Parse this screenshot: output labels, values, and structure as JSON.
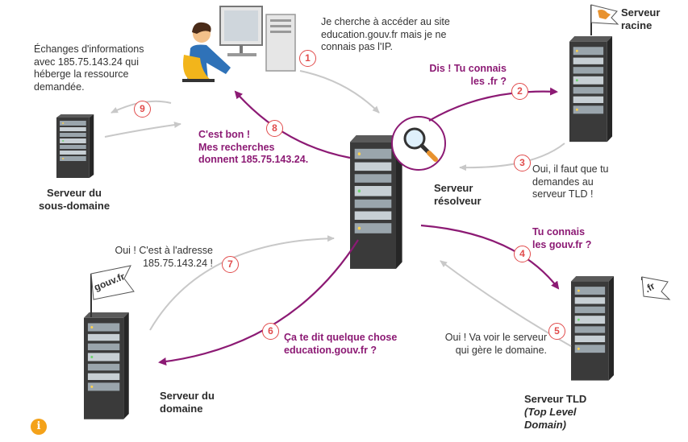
{
  "servers": {
    "racine": [
      "Serveur",
      "racine"
    ],
    "resolveur": [
      "Serveur",
      "résolveur"
    ],
    "sous_domaine": [
      "Serveur du",
      "sous-domaine"
    ],
    "domaine": [
      "Serveur du",
      "domaine"
    ],
    "tld": [
      "Serveur TLD",
      "(Top Level",
      "Domain)"
    ]
  },
  "flags": {
    "racine": "",
    "tld": ".fr",
    "domaine": "gouv.fr"
  },
  "messages": {
    "user": [
      "Je cherche à accéder au site",
      "education.gouv.fr mais je ne",
      "connais pas l'IP."
    ],
    "exchange": [
      "Échanges d'informations",
      "avec 185.75.143.24 qui",
      "héberge la ressource",
      "demandée."
    ],
    "step2": [
      "Dis ! Tu connais",
      "les .fr ?"
    ],
    "step3": [
      "Oui, il faut que tu",
      "demandes au",
      "serveur TLD !"
    ],
    "step4": [
      "Tu connais",
      "les gouv.fr ?"
    ],
    "step5": [
      "Oui ! Va voir le serveur",
      "qui gère le domaine."
    ],
    "step6": [
      "Ça te dit quelque chose",
      "education.gouv.fr ?"
    ],
    "step7": [
      "Oui ! C'est à l'adresse",
      "185.75.143.24 !"
    ],
    "step8": [
      "C'est bon !",
      "Mes recherches",
      "donnent 185.75.143.24."
    ]
  },
  "steps": [
    "1",
    "2",
    "3",
    "4",
    "5",
    "6",
    "7",
    "8",
    "9"
  ],
  "info_icon": "i",
  "colors": {
    "purple": "#8c1a74",
    "step_red": "#e14b4b",
    "gray_arrow": "#c8c8c8",
    "server_dark": "#3d3d3d",
    "info_orange": "#f4a21a"
  }
}
